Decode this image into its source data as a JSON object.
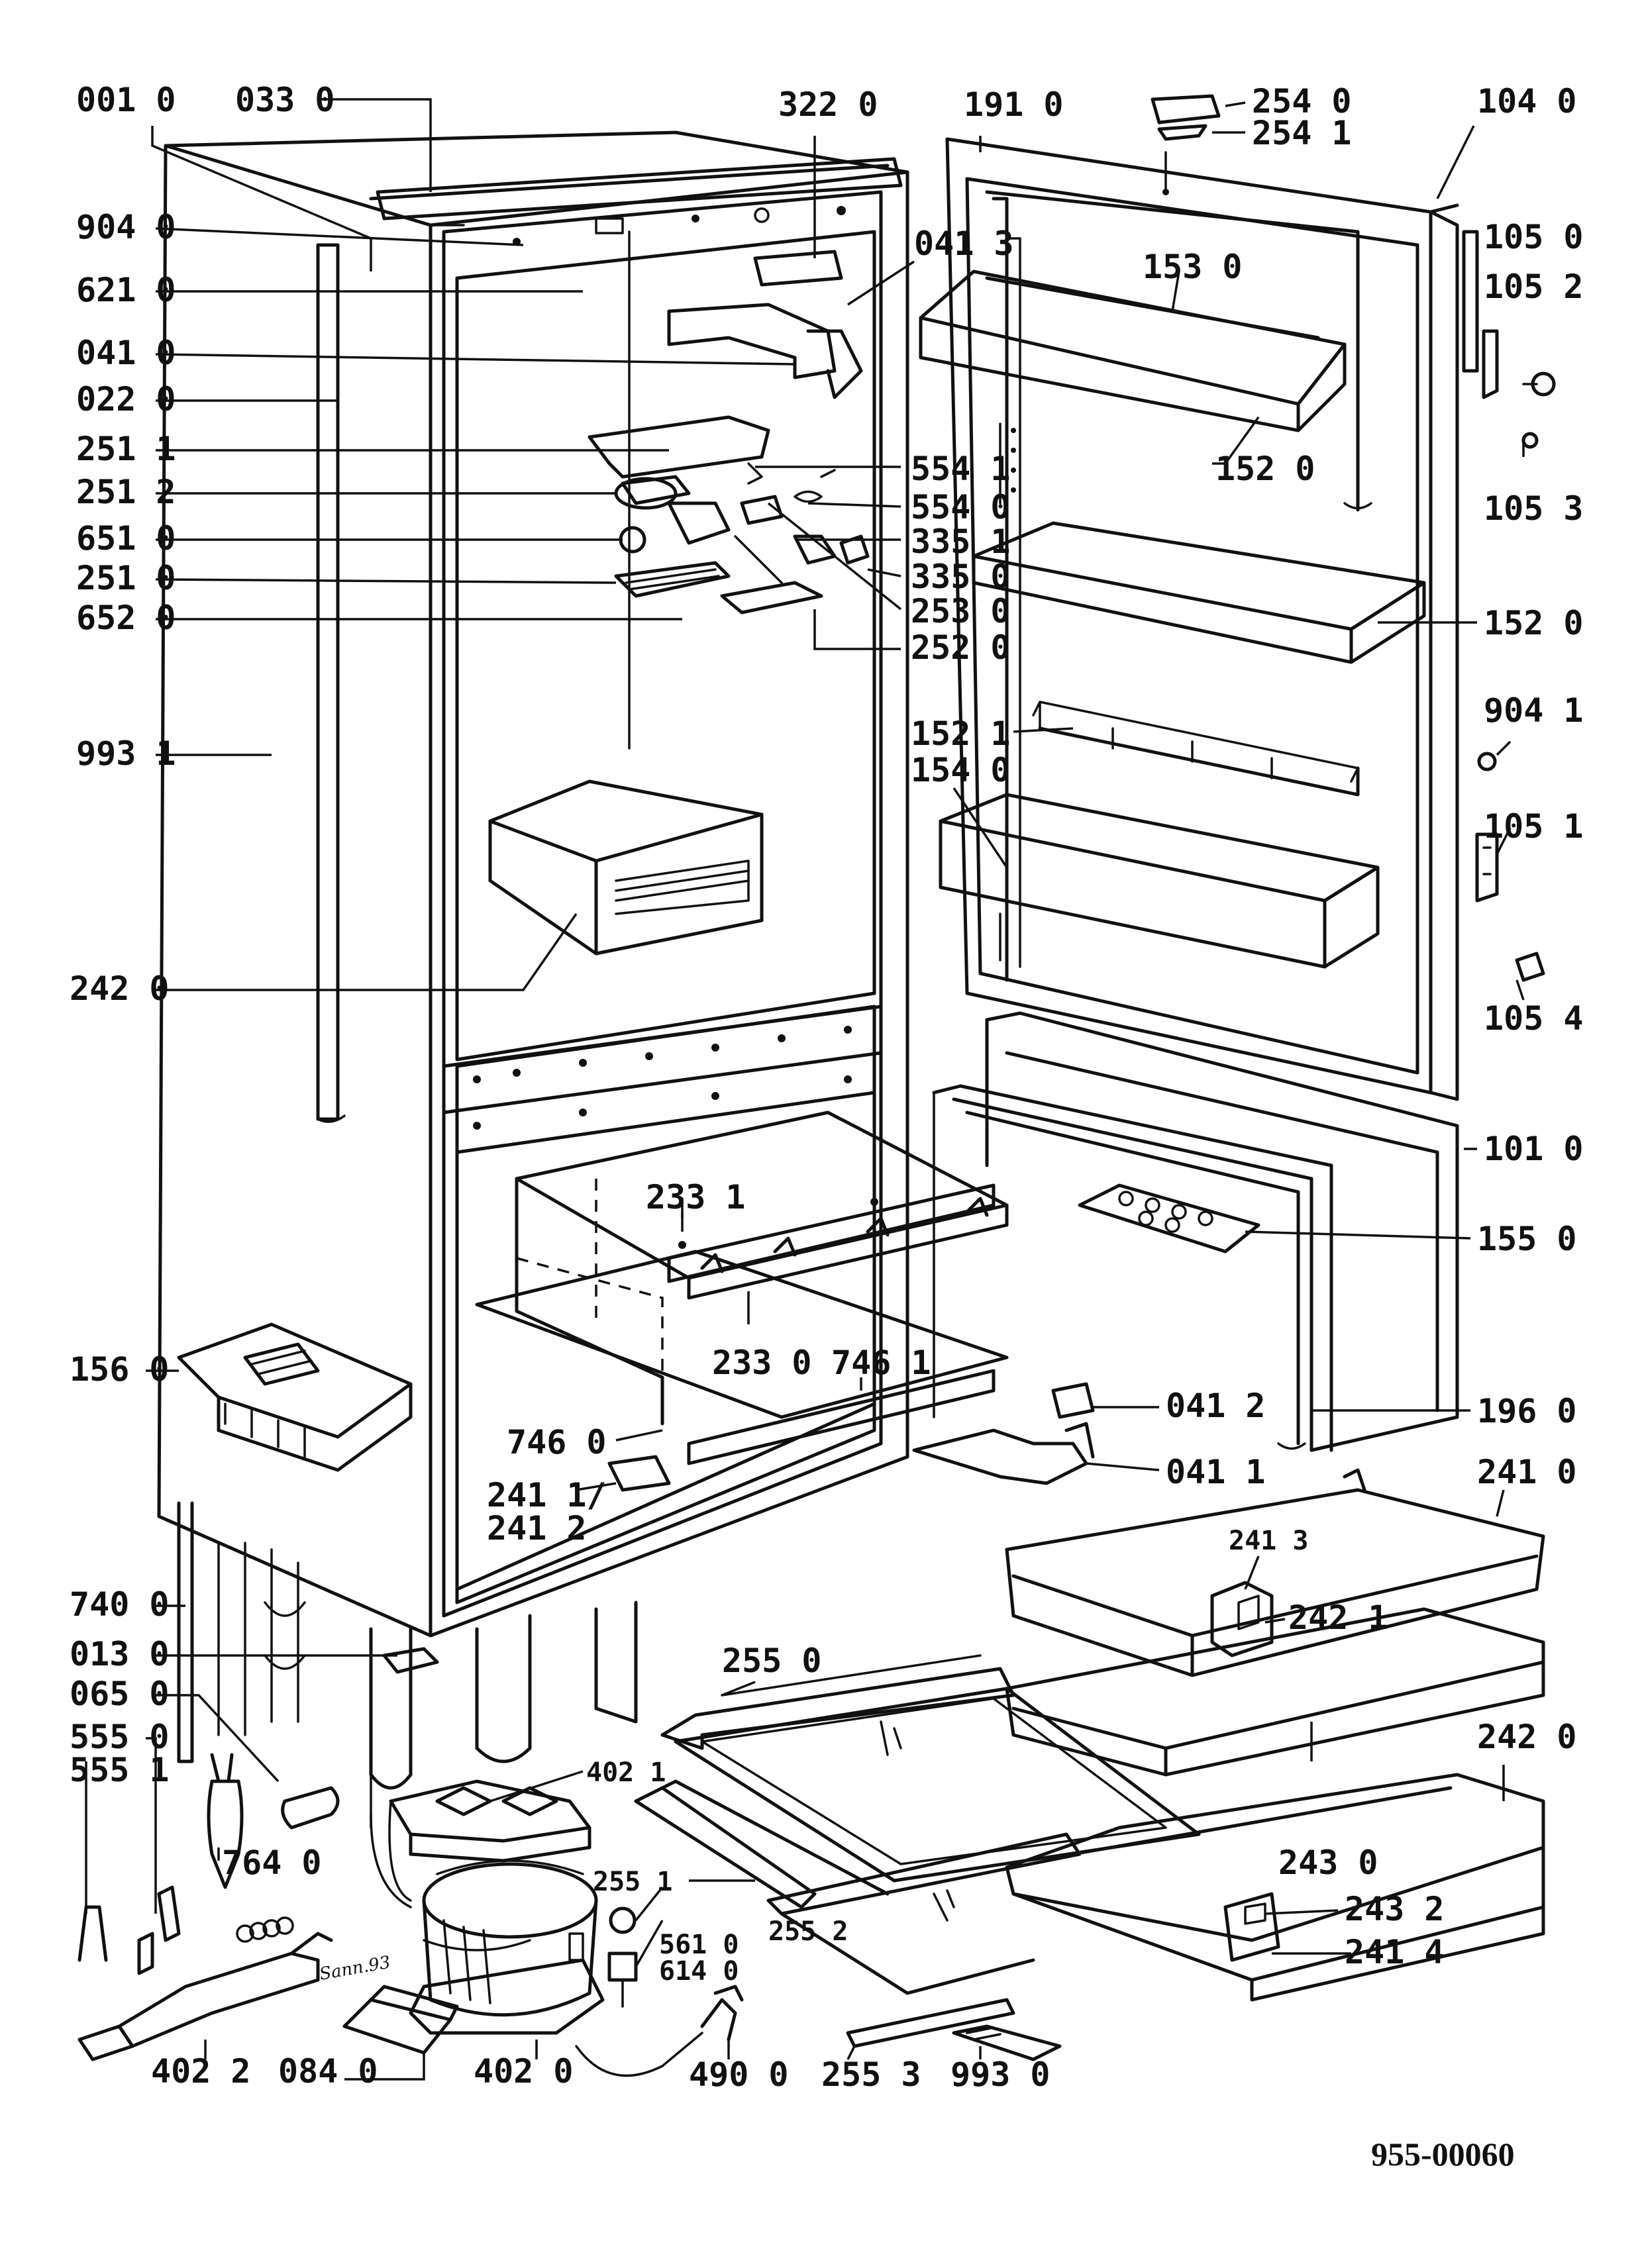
{
  "diagram": {
    "document_number": "955-00060",
    "signature": "Sann.93",
    "part_labels": {
      "p001_0": "001 0",
      "p033_0": "033 0",
      "p322_0": "322 0",
      "p191_0": "191 0",
      "p254_0": "254 0",
      "p254_1": "254 1",
      "p104_0": "104 0",
      "p904_0": "904 0",
      "p041_3": "041 3",
      "p153_0": "153 0",
      "p105_0": "105 0",
      "p105_2": "105 2",
      "p621_0": "621 0",
      "p041_0": "041 0",
      "p022_0": "022 0",
      "p251_1": "251 1",
      "p554_1": "554 1",
      "p152_0a": "152 0",
      "p105_3": "105 3",
      "p251_2": "251 2",
      "p554_0": "554 0",
      "p651_0": "651 0",
      "p335_1": "335 1",
      "p251_0": "251 0",
      "p335_0": "335 0",
      "p253_0": "253 0",
      "p652_0": "652 0",
      "p252_0": "252 0",
      "p152_0b": "152 0",
      "p904_1": "904 1",
      "p993_1": "993 1",
      "p152_1": "152 1",
      "p154_0": "154 0",
      "p105_1": "105 1",
      "p242_0a": "242 0",
      "p105_4": "105 4",
      "p101_0": "101 0",
      "p233_1": "233 1",
      "p155_0": "155 0",
      "p156_0": "156 0",
      "p233_0": "233 0",
      "p746_1": "746 1",
      "p041_2": "041 2",
      "p196_0": "196 0",
      "p746_0": "746 0",
      "p041_1": "041 1",
      "p241_1": "241 1/",
      "p241_2": "241 2",
      "p241_0": "241 0",
      "p241_3": "241 3",
      "p740_0": "740 0",
      "p242_1": "242 1",
      "p013_0": "013 0",
      "p255_0": "255 0",
      "p065_0": "065 0",
      "p555_0": "555 0",
      "p555_1": "555 1",
      "p402_1": "402 1",
      "p242_0b": "242 0",
      "p764_0": "764 0",
      "p255_1": "255 1",
      "p243_0": "243 0",
      "p561_0": "561 0",
      "p243_2": "243 2",
      "p614_0": "614 0",
      "p255_2": "255 2",
      "p241_4": "241 4",
      "p402_2": "402 2",
      "p084_0": "084 0",
      "p402_0": "402 0",
      "p490_0": "490 0",
      "p255_3": "255 3",
      "p993_0": "993 0"
    }
  }
}
